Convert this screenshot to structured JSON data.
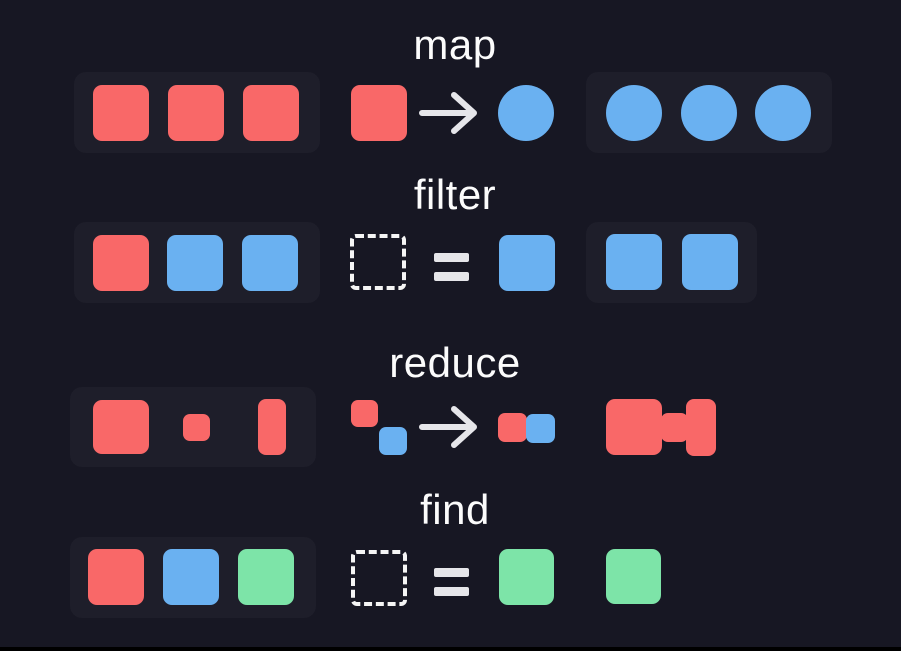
{
  "colors": {
    "background": "#171723",
    "panel": "#1e1e2a",
    "red": "#f96868",
    "blue": "#6ab1f1",
    "green": "#7de4a8",
    "text": "#fcfcfc",
    "symbol": "#e6e6ea"
  },
  "rows": [
    {
      "label": "map",
      "input_shapes": [
        "red-square",
        "red-square",
        "red-square"
      ],
      "rule": {
        "from": "red-square",
        "symbol": "arrow-right",
        "to": "blue-circle"
      },
      "output_shapes": [
        "blue-circle",
        "blue-circle",
        "blue-circle"
      ]
    },
    {
      "label": "filter",
      "input_shapes": [
        "red-square",
        "blue-square",
        "blue-square"
      ],
      "rule": {
        "from": "empty-dashed-slot",
        "symbol": "equals",
        "to": "blue-square"
      },
      "output_shapes": [
        "blue-square",
        "blue-square"
      ]
    },
    {
      "label": "reduce",
      "input_shapes": [
        "red-square-large",
        "red-square-small",
        "red-rect-tall"
      ],
      "rule": {
        "from": "red-square-small + blue-square-small",
        "symbol": "arrow-right",
        "to": "red-blue-pair"
      },
      "output_shapes": [
        "red-merged-dumbbell"
      ]
    },
    {
      "label": "find",
      "input_shapes": [
        "red-square",
        "blue-square",
        "green-square"
      ],
      "rule": {
        "from": "empty-dashed-slot",
        "symbol": "equals",
        "to": "green-square"
      },
      "output_shapes": [
        "green-square"
      ]
    }
  ]
}
